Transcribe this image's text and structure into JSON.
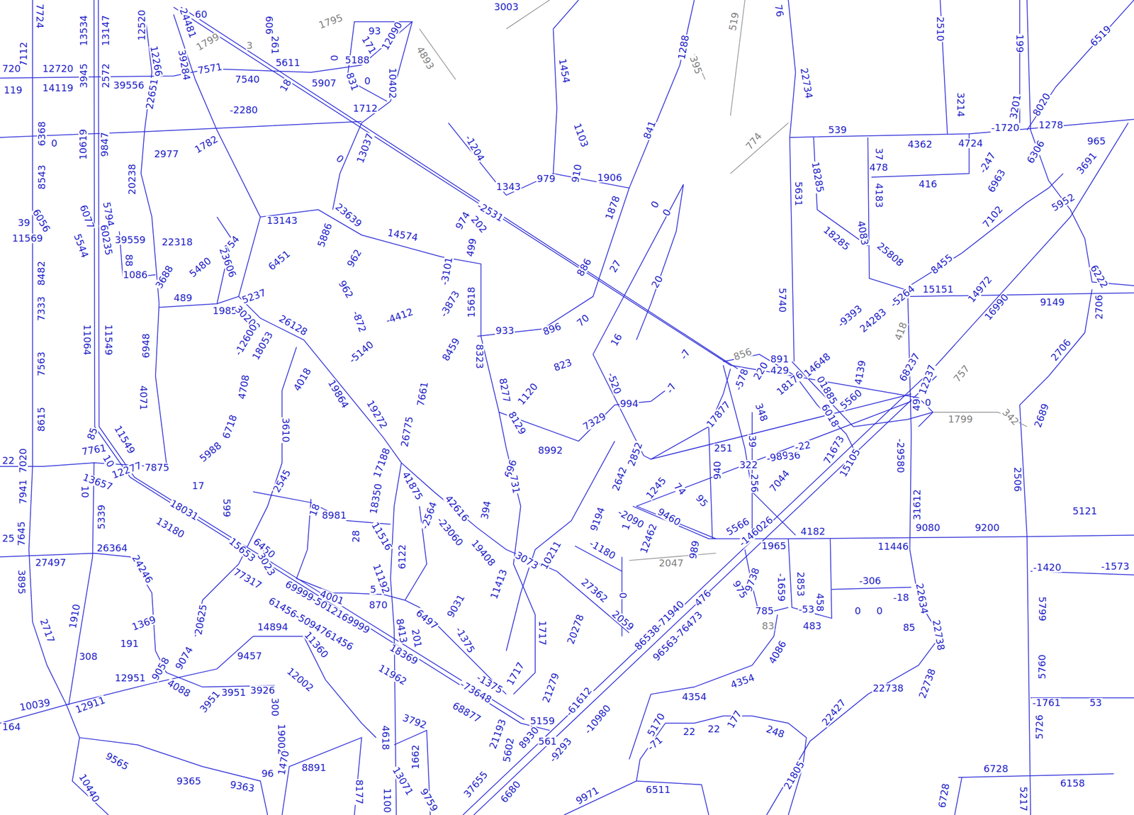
{
  "diagram": {
    "labels": [
      "7724",
      "7112",
      "720",
      "12720",
      "119",
      "14119",
      "3945",
      "2572",
      "13534",
      "13147",
      "12520",
      "39556",
      "24481",
      "60",
      "1799",
      "3",
      "606",
      "261",
      "1795",
      "12266",
      "39284",
      "7571",
      "5611",
      "7540",
      "18",
      "5907",
      "93",
      "171",
      "12090",
      "0",
      "5188",
      "831",
      "0",
      "1712",
      "10402",
      "4893",
      "3003",
      "22651",
      "-2280",
      "0",
      "6368",
      "10619",
      "9847",
      "2977",
      "1782",
      "13037",
      "0",
      "-1204",
      "1454",
      "1103",
      "1288",
      "395",
      "519",
      "774",
      "841",
      "22734",
      "76",
      "2510",
      "3214",
      "199",
      "3201",
      "8020",
      "6519",
      "539",
      "4362",
      "4724",
      "-1720",
      "1278",
      "965",
      "37",
      "478",
      "416",
      "-247",
      "6306",
      "3691",
      "6963",
      "5952",
      "7102",
      "6222",
      "5631",
      "18285",
      "18285",
      "4183",
      "4083",
      "25808",
      "8455",
      "15151",
      "14972",
      "16990",
      "9149",
      "2706",
      "2706",
      "5740",
      "-9393",
      "24283",
      "-5264",
      "418",
      "1343",
      "979",
      "910",
      "1906",
      "1878",
      "0",
      "0",
      "-2531",
      "974",
      "202",
      "20238",
      "5794",
      "6077",
      "60235",
      "5544",
      "39",
      "6056",
      "11569",
      "8543",
      "39559",
      "22318",
      "88",
      "1086",
      "3688",
      "5480",
      "754",
      "23606",
      "13143",
      "6451",
      "5886",
      "23639",
      "14574",
      "962",
      "962",
      "-872",
      "-4412",
      "-3101",
      "499",
      "15618",
      "-3873",
      "933",
      "896",
      "70",
      "886",
      "27",
      "20",
      "16",
      "-7",
      "-7",
      "856",
      "8482",
      "7333",
      "11064",
      "11549",
      "489",
      "1985",
      "5237",
      "30202",
      "-12600",
      "18053",
      "26128",
      "6948",
      "7563",
      "4071",
      "4708",
      "6718",
      "5988",
      "4018",
      "-5140",
      "19864",
      "19272",
      "8459",
      "8323",
      "8277",
      "1120",
      "823",
      "-520",
      "994",
      "8129",
      "7329",
      "7661",
      "3610",
      "26775",
      "17188",
      "8615",
      "7020",
      "22",
      "85",
      "7761",
      "11549",
      "10",
      "12277",
      "7875",
      "13657",
      "10",
      "17",
      "2545",
      "18031",
      "13180",
      "599",
      "5339",
      "7941",
      "25",
      "7645",
      "26364",
      "24246",
      "27497",
      "3895",
      "18",
      "8981",
      "18350",
      "41875",
      "42616",
      "-2564",
      "-23060",
      "394",
      "696",
      "731",
      "8992",
      "2642",
      "2852",
      "1245",
      "74",
      "95",
      "9460",
      "-2090",
      "9194",
      "1",
      "12462",
      "-1180",
      "2047",
      "989",
      "251",
      "39",
      "940",
      "256",
      "322",
      "-989",
      "36",
      "-22",
      "7044",
      "71673",
      "15105",
      "6018",
      "5560",
      "4139",
      "01885",
      "14648",
      "18176",
      "891",
      "429",
      "220",
      "-578",
      "348",
      "17877",
      "5566",
      "-146026",
      "1965",
      "4182",
      "68237",
      "12237",
      "49",
      "0",
      "757",
      "1799",
      "342",
      "2689",
      "-29580",
      "31612",
      "9080",
      "9200",
      "2506",
      "5121",
      "11446",
      "-1420",
      "-1573",
      "9738",
      "975",
      "-1659",
      "2853",
      "458",
      "785",
      "-53",
      "83",
      "483",
      "-306",
      "-18",
      "0",
      "0",
      "85",
      "22634",
      "22738",
      "5799",
      "5760",
      "-1761",
      "53",
      "5726",
      "22738",
      "22738",
      "22427",
      "4086",
      "4354",
      "4354",
      "5170",
      "-71",
      "22",
      "22",
      "177",
      "248",
      "21805",
      "6728",
      "6158",
      "6728",
      "5217",
      "6511",
      "9971",
      "86538-71940",
      "96563-76473",
      "476",
      "27362",
      "2059",
      "0",
      "10211",
      "3073",
      "19408",
      "11413",
      "9031",
      "-1375",
      "-1375",
      "1717",
      "1717",
      "20278",
      "21279",
      "-61612",
      "-10980",
      "5159",
      "8930",
      "561",
      "-9293",
      "5602",
      "21193",
      "6680",
      "37655",
      "68877",
      "-73648",
      "11962",
      "18369",
      "8413",
      "201",
      "6497",
      "11192",
      "11516",
      "6122",
      "5",
      "870",
      "28",
      "4001",
      "69999-5012169999",
      "61456-5094761456",
      "15653",
      "6450",
      "3023",
      "77317",
      "20625",
      "14894",
      "11360",
      "9457",
      "12002",
      "3926",
      "3951",
      "3951",
      "300",
      "19002",
      "1470",
      "96",
      "8891",
      "1369",
      "191",
      "9058",
      "9074",
      "4088",
      "12951",
      "308",
      "1910",
      "2717",
      "10039",
      "164",
      "12911",
      "9565",
      "9365",
      "9363",
      "10440",
      "3792",
      "4618",
      "1662",
      "8177",
      "13071",
      "1100",
      "9759"
    ]
  }
}
